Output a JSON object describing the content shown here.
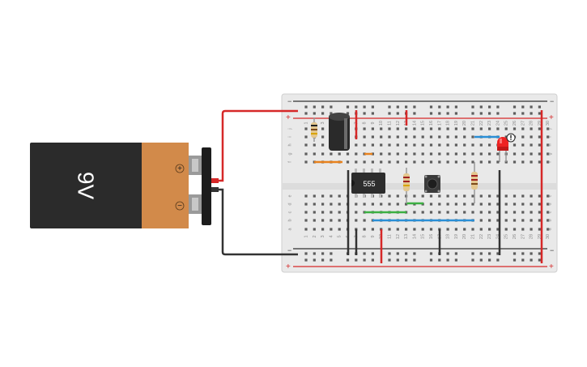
{
  "battery": {
    "label": "9V",
    "plus": "+",
    "minus": "−"
  },
  "breadboard": {
    "rail_plus": "+",
    "rail_minus": "−",
    "row_letters_top": [
      "j",
      "i",
      "h",
      "g",
      "f"
    ],
    "row_letters_bottom": [
      "e",
      "d",
      "c",
      "b",
      "a"
    ],
    "column_numbers": [
      "1",
      "2",
      "3",
      "4",
      "5",
      "6",
      "7",
      "8",
      "9",
      "10",
      "11",
      "12",
      "13",
      "14",
      "15",
      "16",
      "17",
      "18",
      "19",
      "20",
      "21",
      "22",
      "23",
      "24",
      "25",
      "26",
      "27",
      "28",
      "29",
      "30"
    ]
  },
  "chip": {
    "label": "555"
  },
  "colors": {
    "wire_red": "#d62828",
    "wire_black": "#333333",
    "wire_orange": "#e8821e",
    "wire_green": "#3cb043",
    "wire_blue": "#2a8fd6",
    "board": "#e9e9e9",
    "battery_body": "#2b2b2b",
    "battery_cap": "#d28a4a",
    "led": "#ee2222"
  }
}
